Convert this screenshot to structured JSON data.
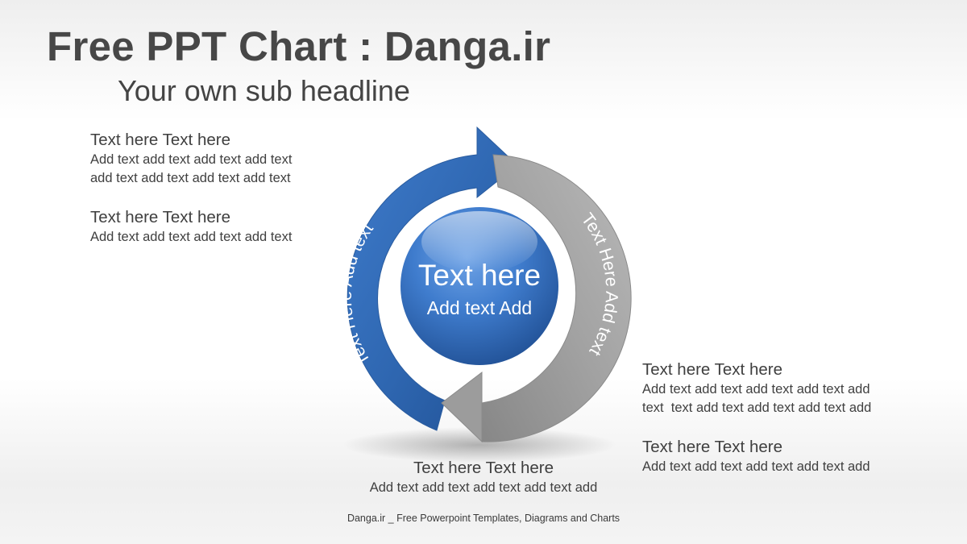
{
  "header": {
    "title": "Free PPT Chart : Danga.ir",
    "subtitle": "Your own sub headline"
  },
  "cycle": {
    "left_arc_label": "Text Here Add text",
    "right_arc_label": "Text Here Add text",
    "center_title": "Text here",
    "center_subtitle": "Add text Add",
    "colors": {
      "blue": "#2f6bb6",
      "gray": "#9a9a9a"
    }
  },
  "text_blocks": {
    "left_1": {
      "heading": "Text here Text here",
      "lines": [
        "Add text add text add text add text",
        "add text add text add text add text"
      ]
    },
    "left_2": {
      "heading": "Text here Text here",
      "lines": [
        "Add text add text add text add text"
      ]
    },
    "right_1": {
      "heading": "Text here Text here",
      "lines": [
        "Add text add text add text add text add",
        "text  text add text add text add text add"
      ]
    },
    "right_2": {
      "heading": "Text here Text here",
      "lines": [
        "Add text add text add text add text add"
      ]
    },
    "bottom": {
      "heading": "Text here Text here",
      "lines": [
        "Add text add text add text add text add"
      ]
    }
  },
  "footer": {
    "text": "Danga.ir _ Free Powerpoint Templates, Diagrams and Charts"
  }
}
